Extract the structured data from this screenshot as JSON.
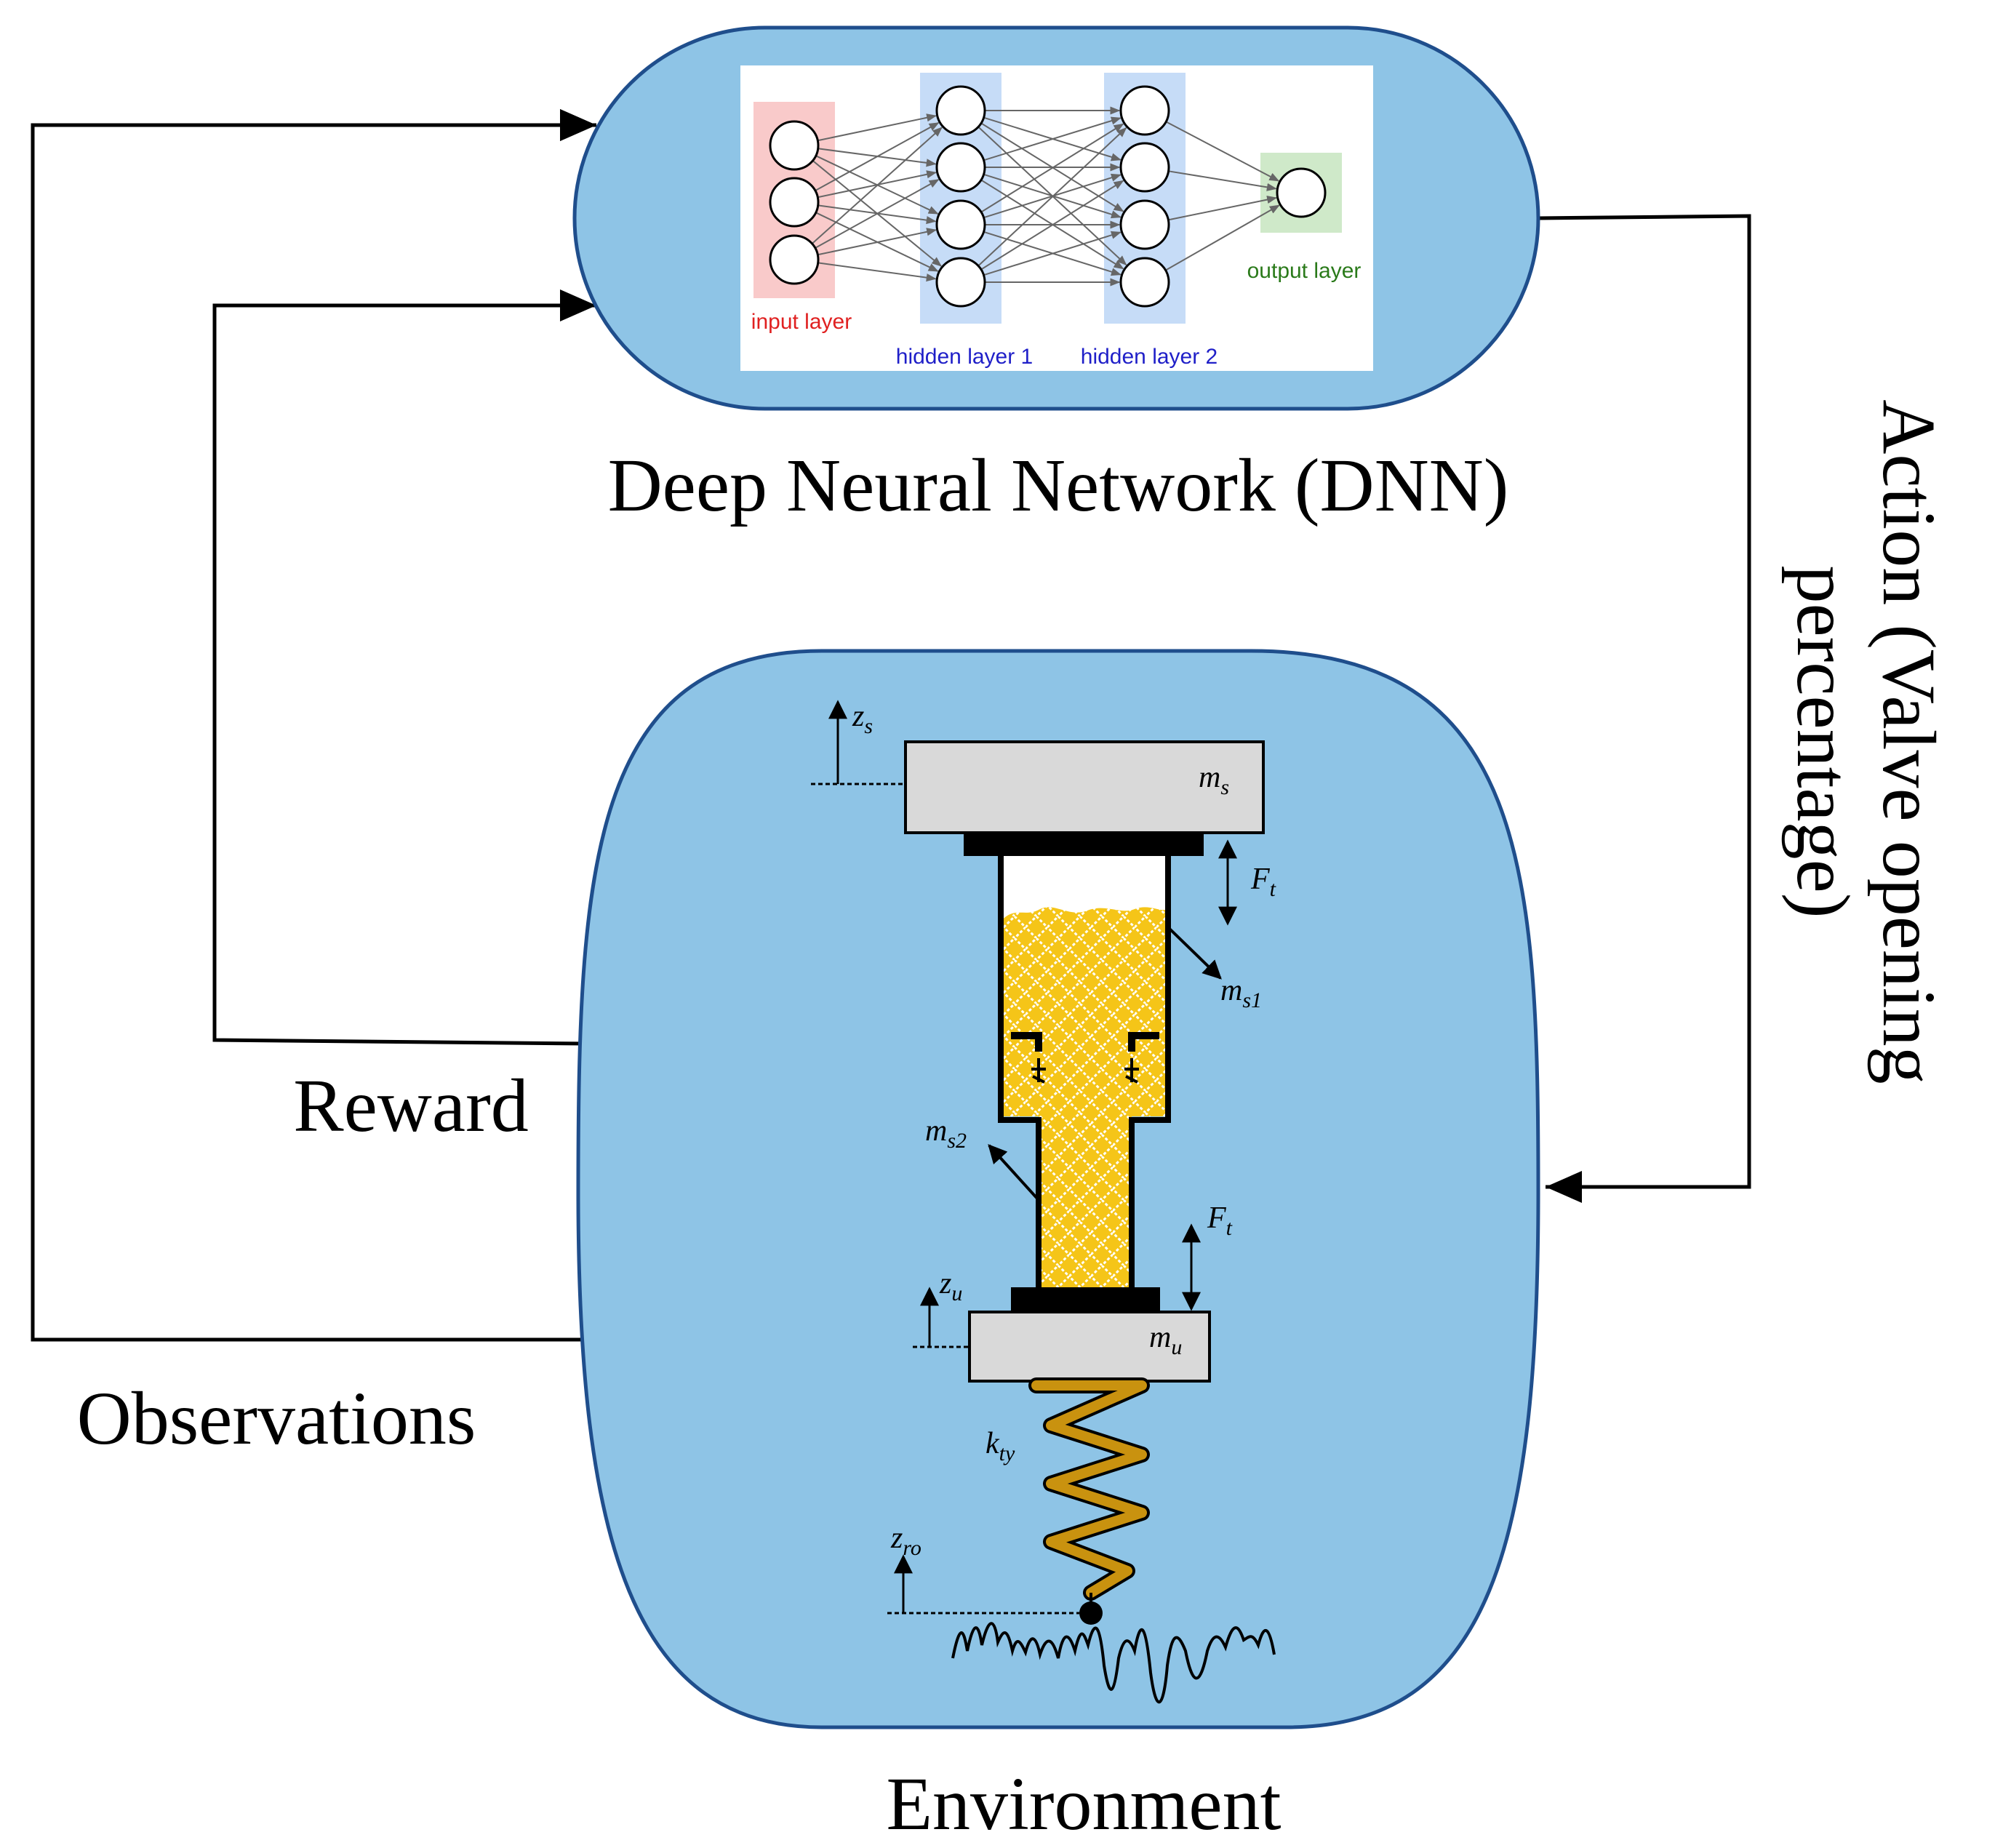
{
  "labels": {
    "dnn_title": "Deep Neural Network (DNN)",
    "environment": "Environment",
    "reward": "Reward",
    "observations": "Observations",
    "action_line1": "Action (Valve opening",
    "action_line2": "percentage)"
  },
  "nn": {
    "input_layer": "input layer",
    "hidden_layer_1": "hidden layer 1",
    "hidden_layer_2": "hidden layer 2",
    "output_layer": "output layer",
    "node_counts": [
      3,
      4,
      4,
      1
    ]
  },
  "symbols": {
    "z_s": {
      "base": "z",
      "sub": "s"
    },
    "m_s": {
      "base": "m",
      "sub": "s"
    },
    "F_t_top": {
      "base": "F",
      "sub": "t"
    },
    "m_s1": {
      "base": "m",
      "sub": "s1"
    },
    "m_s2": {
      "base": "m",
      "sub": "s2"
    },
    "F_t_bottom": {
      "base": "F",
      "sub": "t"
    },
    "z_u": {
      "base": "z",
      "sub": "u"
    },
    "m_u": {
      "base": "m",
      "sub": "u"
    },
    "k_ty": {
      "base": "k",
      "sub": "ty"
    },
    "z_ro": {
      "base": "z",
      "sub": "ro"
    }
  },
  "colors": {
    "panel_fill": "#8ec4e6",
    "panel_stroke": "#1f4e8c",
    "input_fill": "#f9caca",
    "hidden_fill": "#c6dcf7",
    "output_fill": "#cfe9c9",
    "fluid": "#f5c518",
    "spring": "#c9920f",
    "mass_fill": "#d9d9d9",
    "input_text": "#e02020",
    "hidden_text": "#1f1fc8",
    "output_text": "#2a7a1a"
  }
}
